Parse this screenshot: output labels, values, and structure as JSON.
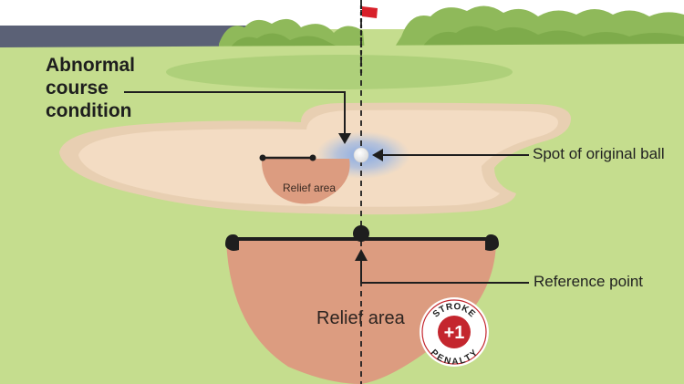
{
  "title_lines": [
    "Abnormal",
    "course",
    "condition"
  ],
  "callouts": {
    "spot_of_original_ball": "Spot of original ball",
    "reference_point": "Reference point"
  },
  "relief_area_small": "Relief area",
  "relief_area_large": "Relief area",
  "penalty_badge": {
    "top_text": "STROKE",
    "value": "+1",
    "bottom_text": "PENALTY"
  },
  "colors": {
    "fairway": "#c5dd8e",
    "green": "#aed07a",
    "sand": "#f3dcc3",
    "relief_area": "#dc9c80",
    "abnormal_condition": "#7fa6e6",
    "flag": "#d8202a",
    "badge_red": "#c4262e"
  },
  "icons": [
    "flag-icon",
    "golf-ball-icon",
    "reference-point-icon",
    "penalty-badge-icon"
  ]
}
